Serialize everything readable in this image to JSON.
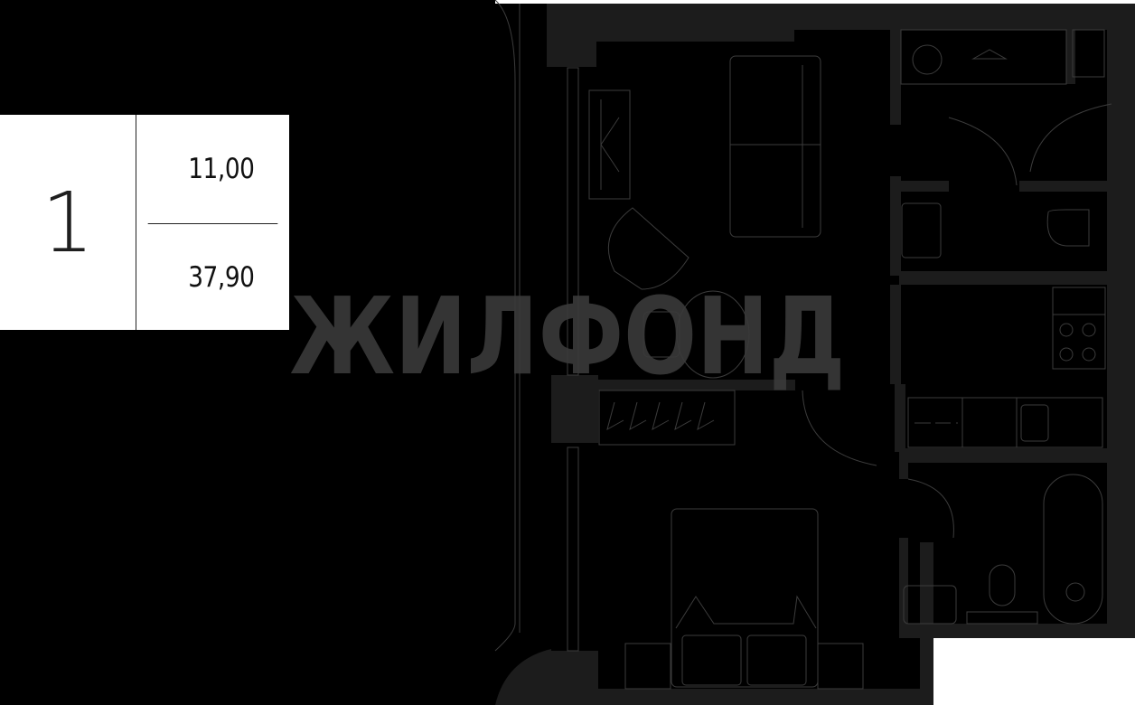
{
  "legend": {
    "rooms": "1",
    "living_area": "11,00",
    "total_area": "37,90"
  },
  "watermark": "ЖИЛФОНД",
  "colors": {
    "background": "#000000",
    "walls": "#1c1c1c",
    "lines": "#3c3c3c",
    "watermark": "#3a3a3a",
    "legend_bg": "#ffffff"
  }
}
